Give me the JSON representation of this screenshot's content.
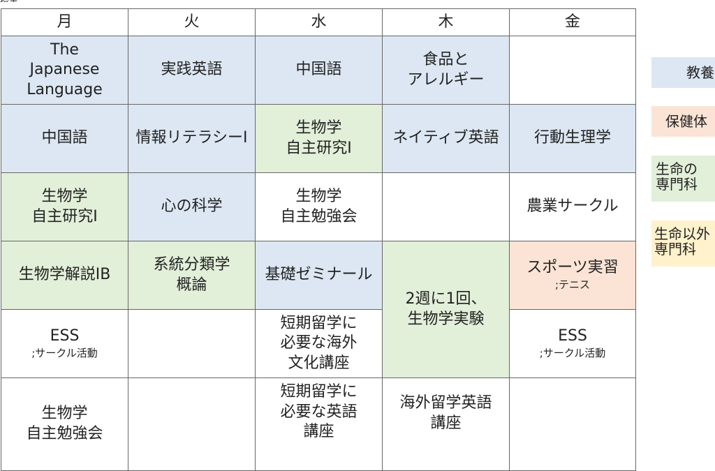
{
  "top_fragment": "授業",
  "days": [
    "月",
    "火",
    "水",
    "木",
    "金"
  ],
  "rows": [
    {
      "mon": "The\nJapanese\nLanguage",
      "tue": "実践英語",
      "wed": "中国語",
      "thu": "食品と\nアレルギー",
      "fri": ""
    },
    {
      "mon": "中国語",
      "tue": "情報リテラシーI",
      "wed": "生物学\n自主研究I",
      "thu": "ネイティブ英語",
      "fri": "行動生理学"
    },
    {
      "mon": "生物学\n自主研究I",
      "tue": "心の科学",
      "wed": "生物学\n自主勉強会",
      "thu": "",
      "fri": "農業サークル"
    },
    {
      "mon": "生物学解説IB",
      "tue": "系統分類学\n概論",
      "wed": "基礎ゼミナール",
      "thu": "2週に1回、\n生物学実験",
      "fri": "スポーツ実習",
      "fri_sub": ";テニス"
    },
    {
      "mon": "ESS",
      "mon_sub": ";サークル活動",
      "tue": "",
      "wed": "短期留学に\n必要な海外\n文化講座",
      "fri": "ESS",
      "fri_sub": ";サークル活動"
    },
    {
      "mon": "生物学\n自主勉強会",
      "tue": "",
      "wed": "短期留学に\n必要な英語\n講座",
      "thu": "海外留学英語\n講座",
      "fri": ""
    }
  ],
  "legend": [
    {
      "label": "教養",
      "color": "#dce7f3"
    },
    {
      "label": "保健体",
      "color": "#fbe4d5"
    },
    {
      "label": "生命の\n専門科",
      "color": "#e2efd9"
    },
    {
      "label": "生命以外\n専門科",
      "color": "#fff2cc"
    }
  ],
  "colors": {
    "general": "#dce7f3",
    "life_major": "#e2efd9",
    "pe": "#fbe4d5",
    "other_major": "#fff2cc"
  }
}
